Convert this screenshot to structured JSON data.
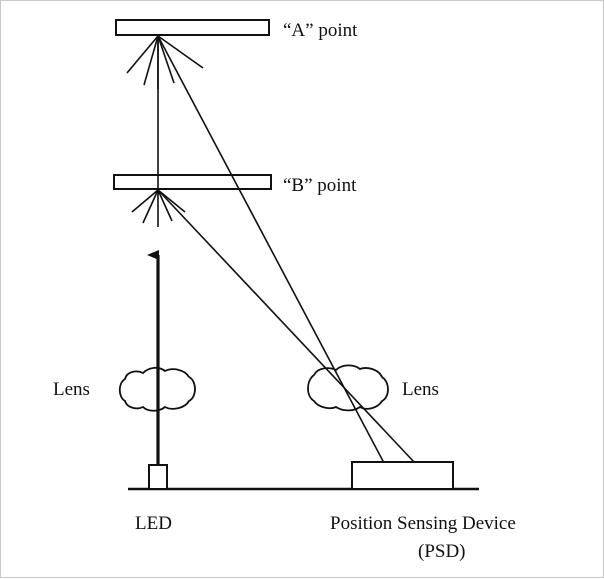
{
  "labels": {
    "point_a": "“A” point",
    "point_b": "“B” point",
    "lens_left": "Lens",
    "lens_right": "Lens",
    "led": "LED",
    "psd_name": "Position Sensing Device",
    "psd_abbr": "(PSD)"
  },
  "colors": {
    "stroke": "#111111",
    "background": "#ffffff",
    "frame_border": "#c8c8c8"
  }
}
